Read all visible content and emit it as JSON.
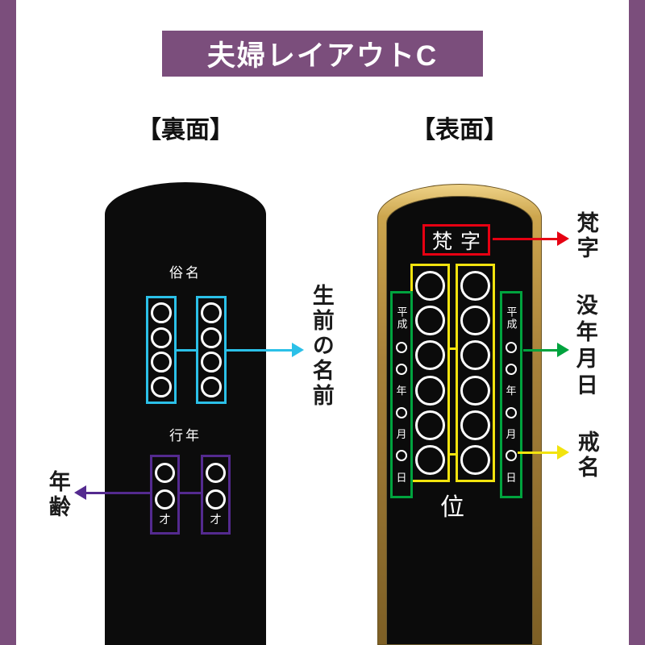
{
  "banner": {
    "title": "夫婦レイアウトC"
  },
  "back_section": {
    "heading": "【裏面】",
    "tablet": {
      "zokumyo": "俗名",
      "gyonen": "行年",
      "sai": "才"
    },
    "annotations": {
      "lifetime_name": "生前の名前",
      "age": "年齢"
    }
  },
  "front_section": {
    "heading": "【表面】",
    "tablet": {
      "bonji": "梵字",
      "rank": "位",
      "date": {
        "era": "平成",
        "year": "年",
        "month": "月",
        "day": "日"
      }
    },
    "annotations": {
      "bonji": "梵字",
      "death_date": "没年月日",
      "kaimyo": "戒名"
    }
  },
  "colors": {
    "banner_purple": "#7b4e7c",
    "highlight_cyan": "#2bc0e8",
    "highlight_purple": "#542a8f",
    "highlight_red": "#e60012",
    "highlight_yellow": "#f2e30e",
    "highlight_green": "#00a33e",
    "tablet_black": "#0c0c0c",
    "tablet_gold": "#cda64e"
  }
}
